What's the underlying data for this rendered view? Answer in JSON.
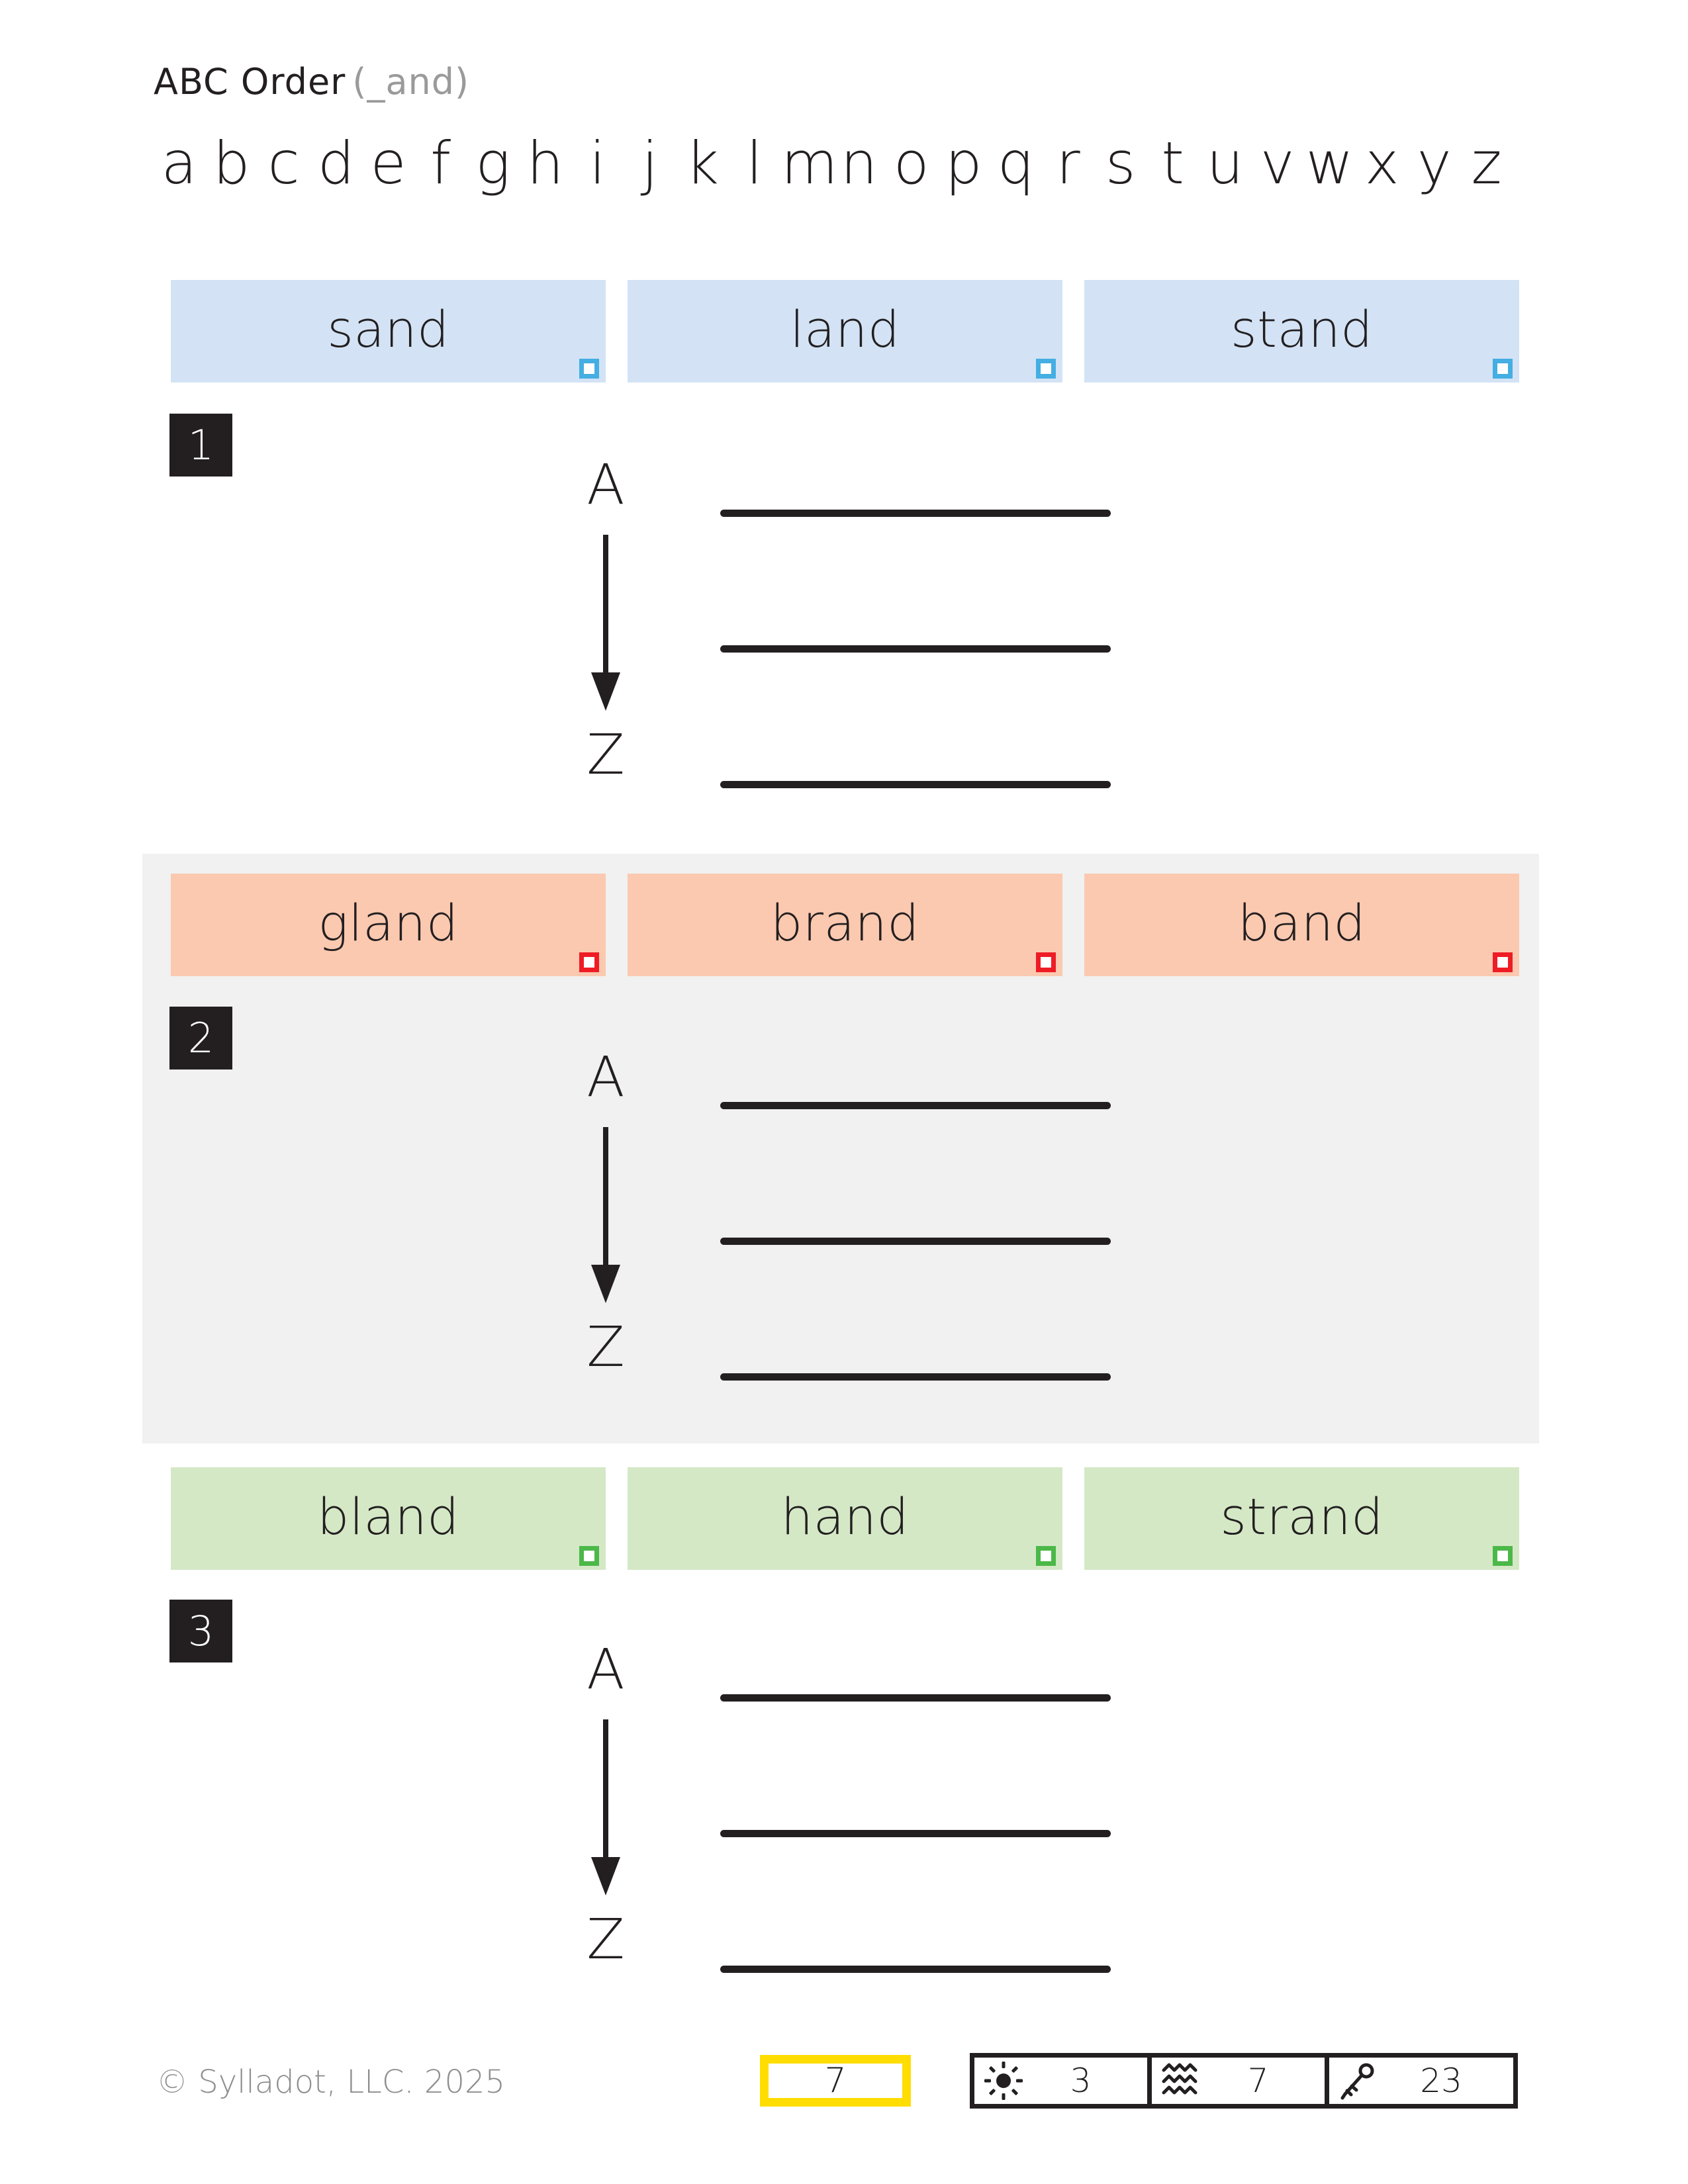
{
  "header": {
    "title_main": "ABC Order",
    "title_sub": "(_and)",
    "alphabet": "abcdefghijklmnopqrstuvwxyz"
  },
  "sections": [
    {
      "number": "1",
      "color": "#d3e3f5",
      "checkbox_color": "#45aee2",
      "words": [
        "sand",
        "land",
        "stand"
      ],
      "sort_start": "A",
      "sort_end": "Z",
      "answer_lines": [
        "",
        "",
        ""
      ],
      "shaded": false
    },
    {
      "number": "2",
      "color": "#fbc9b0",
      "checkbox_color": "#ee1c25",
      "words": [
        "gland",
        "brand",
        "band"
      ],
      "sort_start": "A",
      "sort_end": "Z",
      "answer_lines": [
        "",
        "",
        ""
      ],
      "shaded": true
    },
    {
      "number": "3",
      "color": "#d4e8c6",
      "checkbox_color": "#4cb849",
      "words": [
        "bland",
        "hand",
        "strand"
      ],
      "sort_start": "A",
      "sort_end": "Z",
      "answer_lines": [
        "",
        "",
        ""
      ],
      "shaded": false
    }
  ],
  "footer": {
    "copyright": "© Sylladot, LLC.  2025",
    "page_number": "7",
    "stats": [
      {
        "icon": "sun-icon",
        "value": "3"
      },
      {
        "icon": "waves-icon",
        "value": "7"
      },
      {
        "icon": "key-icon",
        "value": "23"
      }
    ]
  }
}
